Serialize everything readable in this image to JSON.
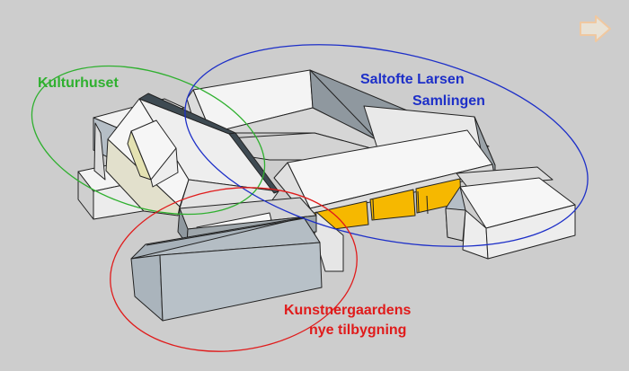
{
  "labels": {
    "kulturhuset": "Kulturhuset",
    "saltofte_line1": "Saltofte Larsen",
    "saltofte_line2": "Samlingen",
    "kunstner_line1": "Kunstnergaardens",
    "kunstner_line2": "nye tilbygning"
  },
  "colors": {
    "background": "#cdcdcd",
    "kulturhuset": "#2fb02f",
    "saltofte": "#1d2fc8",
    "kunstner": "#e01b1b",
    "nav_arrow": "#f0c8a0"
  },
  "icons": {
    "nav": "next-arrow-icon"
  }
}
